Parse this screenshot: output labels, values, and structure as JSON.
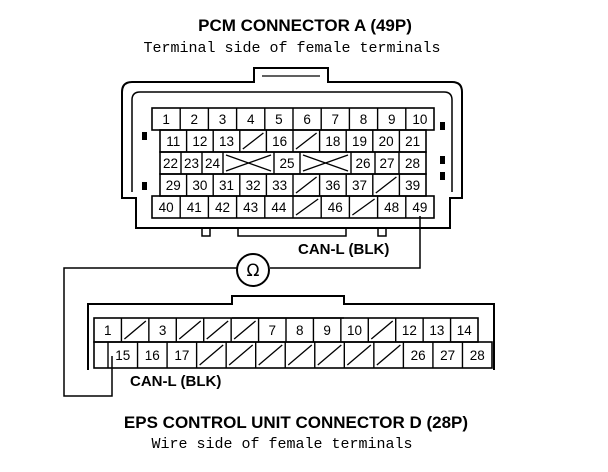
{
  "connector_a": {
    "title": "PCM CONNECTOR A (49P)",
    "subtitle": "Terminal side of female terminals",
    "rows": [
      [
        "1",
        "2",
        "3",
        "4",
        "5",
        "6",
        "7",
        "8",
        "9",
        "10"
      ],
      [
        "11",
        "12",
        "13",
        "/",
        "16",
        "/",
        "18",
        "19",
        "20",
        "21"
      ],
      [
        "22",
        "23",
        "24",
        "X",
        "25",
        "X",
        "26",
        "27",
        "28"
      ],
      [
        "29",
        "30",
        "31",
        "32",
        "33",
        "/",
        "36",
        "37",
        "/",
        "39"
      ],
      [
        "40",
        "41",
        "42",
        "43",
        "44",
        "/",
        "46",
        "/",
        "48",
        "49"
      ]
    ]
  },
  "connector_d": {
    "title": "EPS CONTROL UNIT CONNECTOR D (28P)",
    "subtitle": "Wire side of female terminals",
    "rows": [
      [
        "1",
        "/",
        "3",
        "/",
        "/",
        "/",
        "7",
        "8",
        "9",
        "10",
        "/",
        "12",
        "13",
        "14"
      ],
      [
        "",
        "15",
        "16",
        "17",
        "/",
        "/",
        "/",
        "/",
        "/",
        "/",
        "/",
        "26",
        "27",
        "28"
      ]
    ]
  },
  "meter": {
    "symbol": "Ω",
    "icon": "ohmmeter-icon"
  },
  "wire_labels": {
    "pcm_probe": "CAN-L (BLK)",
    "eps_probe": "CAN-L (BLK)"
  }
}
